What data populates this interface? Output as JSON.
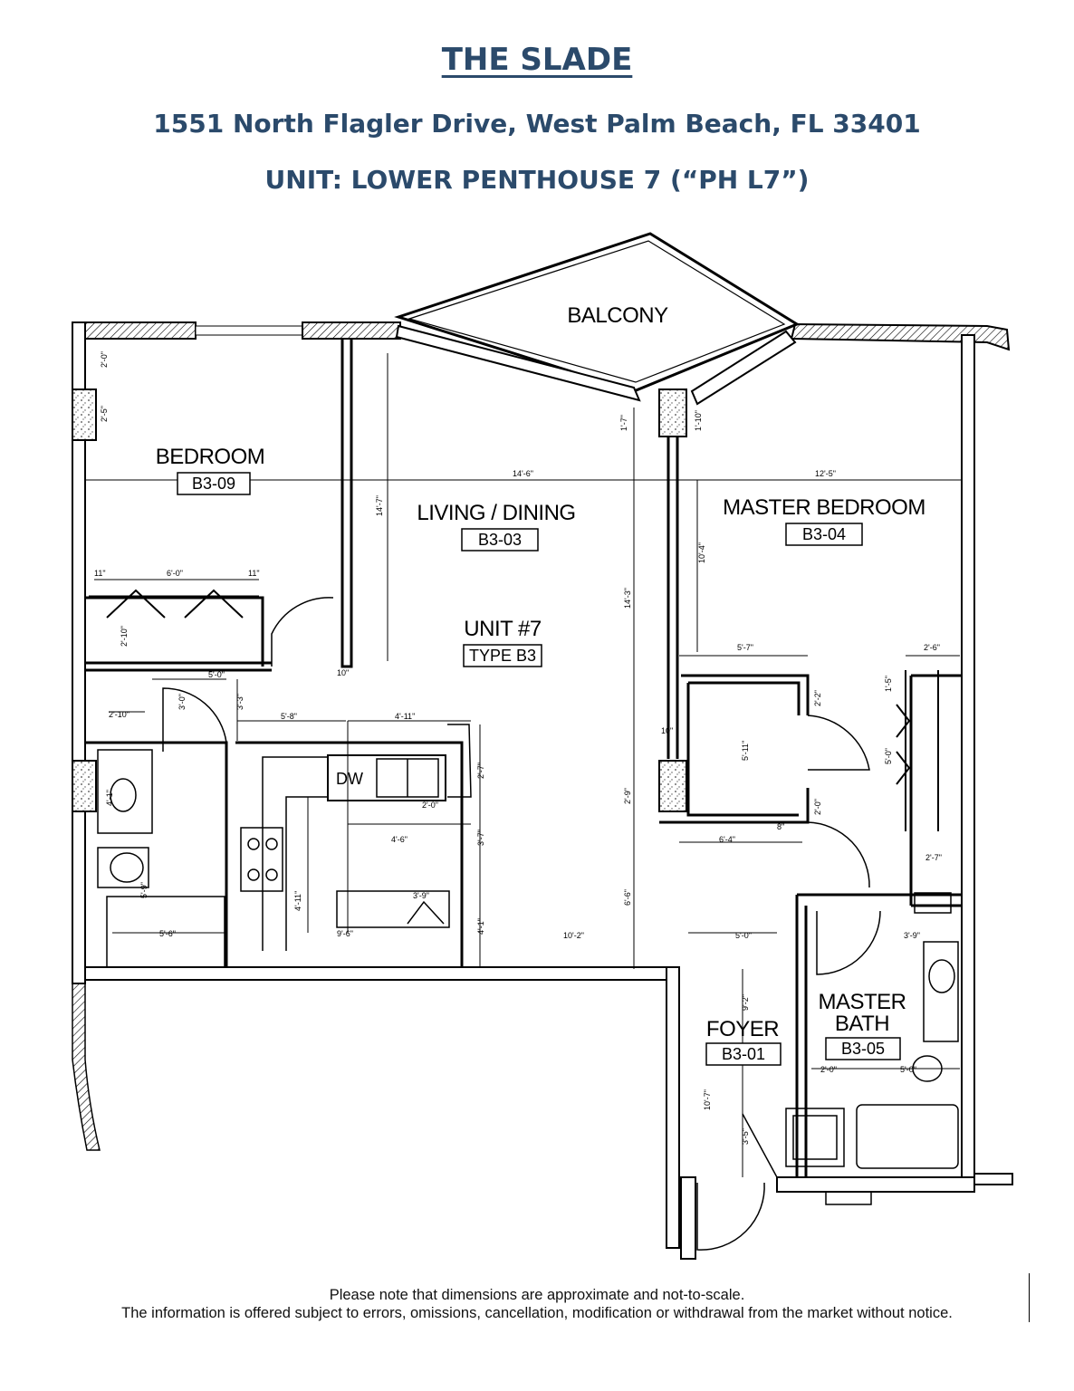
{
  "header": {
    "title": "THE SLADE",
    "address": "1551 North Flagler Drive, West Palm Beach, FL 33401",
    "unit": "UNIT: LOWER PENTHOUSE 7 (“PH L7”)"
  },
  "plan": {
    "balcony": "BALCONY",
    "bedroom": {
      "name": "BEDROOM",
      "code": "B3-09"
    },
    "living": {
      "name": "LIVING / DINING",
      "code": "B3-03"
    },
    "master_bedroom": {
      "name": "MASTER BEDROOM",
      "code": "B3-04"
    },
    "unit_label": "UNIT #7",
    "unit_type": "TYPE B3",
    "foyer": {
      "name": "FOYER",
      "code": "B3-01"
    },
    "master_bath": {
      "line1": "MASTER",
      "line2": "BATH",
      "code": "B3-05"
    },
    "dw": "DW",
    "dims": {
      "d14_6": "14'-6\"",
      "d12_5": "12'-5\"",
      "d14_7": "14'-7\"",
      "d10_4": "10'-4\"",
      "d14_3": "14'-3\"",
      "d6_0": "6'-0\"",
      "d11a": "11\"",
      "d11b": "11\"",
      "d2_10": "2'-10\"",
      "d5_0a": "5'-0\"",
      "d2_10b": "2'-10\"",
      "d3_0": "3'-0\"",
      "d3_3": "3'-3\"",
      "d5_8": "5'-8\"",
      "d4_11": "4'-11\"",
      "d2_7": "2'-7\"",
      "d2_0a": "2'-0\"",
      "d4_6": "4'-6\"",
      "d3_7": "3'-7\"",
      "d4_1a": "4'-1\"",
      "d4_11b": "4'-11\"",
      "d9_6": "9'-6\"",
      "d3_9a": "3'-9\"",
      "d4_1b": "4'-1\"",
      "d10_2": "10'-2\"",
      "d5_0b": "5'-0\"",
      "d5_6": "5'-6\"",
      "d5_9": "5'-9\"",
      "d10a": "10\"",
      "d5_7": "5'-7\"",
      "d2_6": "2'-6\"",
      "d2_2": "2'-2\"",
      "d5_11": "5'-11\"",
      "d2_9": "2'-9\"",
      "d6_6": "6'-6\"",
      "d6_4": "6'-4\"",
      "d2_0b": "2'-0\"",
      "d8": "8\"",
      "d10b": "10\"",
      "d1_5": "1'-5\"",
      "d5_0c": "5'-0\"",
      "d2_7b": "2'-7\"",
      "d3_9b": "3'-9\"",
      "d9_2": "9'-2\"",
      "d2_0c": "2'-0\"",
      "d5_0d": "5'-0\"",
      "d10_7": "10'-7\"",
      "d3_5": "3'-5\"",
      "d2_0d": "2'-0\"",
      "d2_5": "2'-5\"",
      "d1_7": "1'-7\"",
      "d1_10": "1'-10\""
    }
  },
  "notes": {
    "line1": "Please note that dimensions are approximate and not-to-scale.",
    "line2": "The information is offered subject to errors, omissions,  cancellation, modification or withdrawal from the market without notice."
  }
}
